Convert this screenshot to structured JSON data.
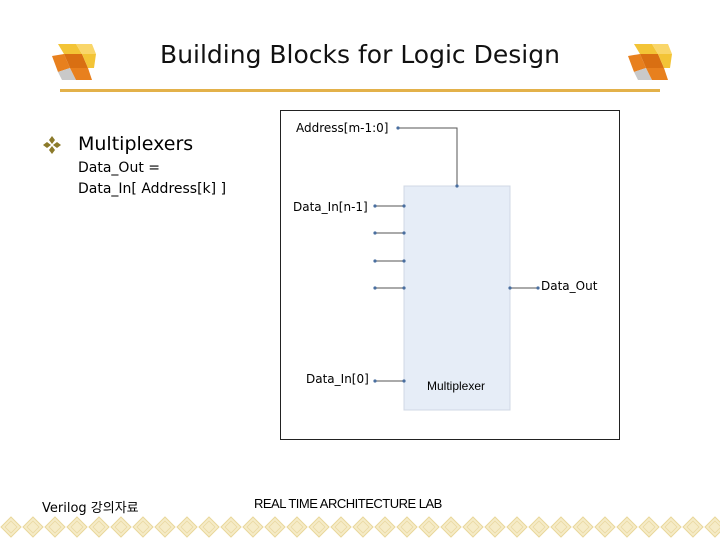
{
  "slide": {
    "title": "Building Blocks for Logic Design",
    "bullet": "Multiplexers",
    "formula_line1": "Data_Out =",
    "formula_line2": "Data_In[ Address[k] ]"
  },
  "diagram": {
    "address_label": "Address[m-1:0]",
    "input_top_label": "Data_In[n-1]",
    "input_bottom_label": "Data_In[0]",
    "output_label": "Data_Out",
    "block_label": "Multiplexer",
    "colors": {
      "block_fill": "#e6edf7",
      "block_stroke": "#d0d8e4",
      "wire": "#555555",
      "pin": "#4a6fa0"
    }
  },
  "footer": {
    "left": "Verilog 강의자료",
    "center": "REAL TIME ARCHITECTURE LAB"
  },
  "theme": {
    "accent": "#e3b14a",
    "cube_orange": "#e8801e",
    "cube_yellow": "#f3c436"
  }
}
